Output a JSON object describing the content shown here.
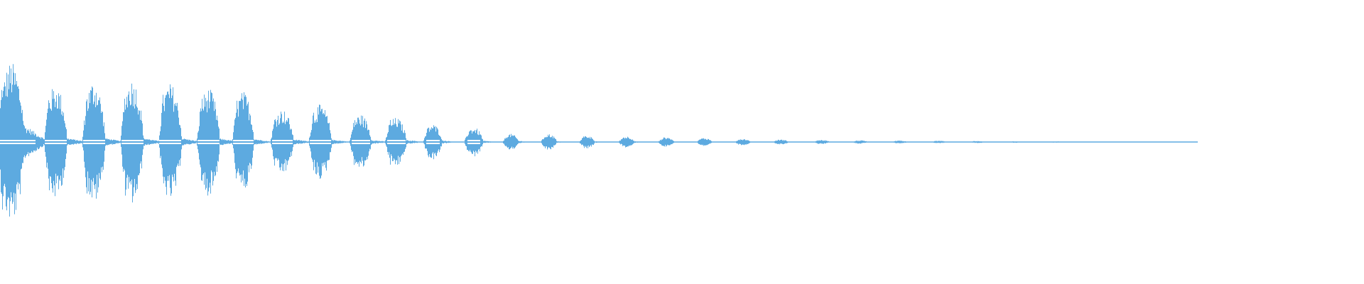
{
  "waveform": {
    "color": "#5DAAE0",
    "background": "#FFFFFF",
    "bursts": [
      {
        "t": 0.0,
        "amp": 0.98,
        "width": 0.018,
        "baseline": 0.42
      },
      {
        "t": 0.034,
        "amp": 0.7,
        "width": 0.015,
        "baseline": 0.1
      },
      {
        "t": 0.062,
        "amp": 0.75,
        "width": 0.015,
        "baseline": 0.1
      },
      {
        "t": 0.09,
        "amp": 0.77,
        "width": 0.015,
        "baseline": 0.1
      },
      {
        "t": 0.118,
        "amp": 0.72,
        "width": 0.015,
        "baseline": 0.1
      },
      {
        "t": 0.146,
        "amp": 0.66,
        "width": 0.015,
        "baseline": 0.09
      },
      {
        "t": 0.172,
        "amp": 0.62,
        "width": 0.014,
        "baseline": 0.08
      },
      {
        "t": 0.2,
        "amp": 0.4,
        "width": 0.015,
        "baseline": 0.07
      },
      {
        "t": 0.228,
        "amp": 0.46,
        "width": 0.015,
        "baseline": 0.06
      },
      {
        "t": 0.258,
        "amp": 0.34,
        "width": 0.014,
        "baseline": 0.05
      },
      {
        "t": 0.284,
        "amp": 0.3,
        "width": 0.014,
        "baseline": 0.05
      },
      {
        "t": 0.312,
        "amp": 0.22,
        "width": 0.012,
        "baseline": 0.04
      },
      {
        "t": 0.342,
        "amp": 0.18,
        "width": 0.012,
        "baseline": 0.03
      },
      {
        "t": 0.37,
        "amp": 0.1,
        "width": 0.01,
        "baseline": 0.03
      },
      {
        "t": 0.398,
        "amp": 0.1,
        "width": 0.01,
        "baseline": 0.02
      },
      {
        "t": 0.426,
        "amp": 0.08,
        "width": 0.01,
        "baseline": 0.02
      },
      {
        "t": 0.455,
        "amp": 0.07,
        "width": 0.01,
        "baseline": 0.02
      },
      {
        "t": 0.484,
        "amp": 0.06,
        "width": 0.01,
        "baseline": 0.01
      },
      {
        "t": 0.512,
        "amp": 0.05,
        "width": 0.01,
        "baseline": 0.01
      },
      {
        "t": 0.54,
        "amp": 0.04,
        "width": 0.01,
        "baseline": 0.01
      },
      {
        "t": 0.568,
        "amp": 0.03,
        "width": 0.01,
        "baseline": 0.01
      },
      {
        "t": 0.598,
        "amp": 0.025,
        "width": 0.01,
        "baseline": 0.01
      },
      {
        "t": 0.626,
        "amp": 0.02,
        "width": 0.01,
        "baseline": 0.01
      },
      {
        "t": 0.655,
        "amp": 0.018,
        "width": 0.01,
        "baseline": 0.01
      },
      {
        "t": 0.684,
        "amp": 0.015,
        "width": 0.01,
        "baseline": 0.01
      },
      {
        "t": 0.712,
        "amp": 0.012,
        "width": 0.01,
        "baseline": 0.005
      },
      {
        "t": 0.74,
        "amp": 0.01,
        "width": 0.01,
        "baseline": 0.005
      },
      {
        "t": 0.77,
        "amp": 0.008,
        "width": 0.01,
        "baseline": 0.005
      },
      {
        "t": 0.8,
        "amp": 0.006,
        "width": 0.01,
        "baseline": 0.004
      },
      {
        "t": 0.83,
        "amp": 0.005,
        "width": 0.01,
        "baseline": 0.003
      },
      {
        "t": 0.86,
        "amp": 0.004,
        "width": 0.01,
        "baseline": 0.002
      }
    ],
    "end_fraction": 0.878
  }
}
